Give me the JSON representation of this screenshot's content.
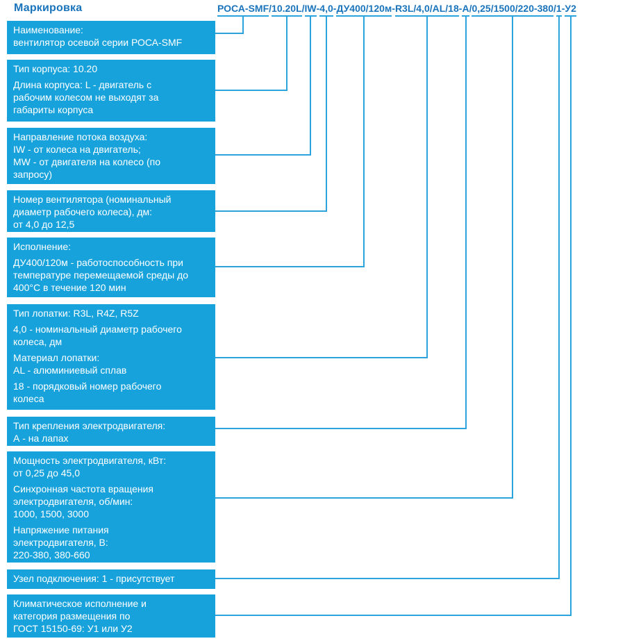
{
  "title": "Маркировка",
  "colors": {
    "box_fill": "#17a2dc",
    "line": "#2ba4de",
    "heading_text": "#1a74bc",
    "box_text": "#ffffff"
  },
  "code": {
    "full": "РОСА-SMF/10.20L/IW-4,0-ДУ400/120м-R3L/4,0/AL/18-А/0,25/1500/220-380/1-У2",
    "segments": [
      {
        "text": "РОСА-SMF",
        "underlined": true
      },
      {
        "text": "/",
        "underlined": false
      },
      {
        "text": "10.20L",
        "underlined": true
      },
      {
        "text": "/",
        "underlined": false
      },
      {
        "text": "IW",
        "underlined": true
      },
      {
        "text": "-",
        "underlined": false
      },
      {
        "text": "4,0",
        "underlined": true
      },
      {
        "text": "-",
        "underlined": false
      },
      {
        "text": "ДУ400/120м",
        "underlined": true
      },
      {
        "text": "-",
        "underlined": false
      },
      {
        "text": "R3L/4,0/AL/18",
        "underlined": true
      },
      {
        "text": "-",
        "underlined": false
      },
      {
        "text": "А",
        "underlined": true
      },
      {
        "text": "/",
        "underlined": false
      },
      {
        "text": "0,25/1500/220-380",
        "underlined": true
      },
      {
        "text": "/",
        "underlined": false
      },
      {
        "text": "1",
        "underlined": true
      },
      {
        "text": "-",
        "underlined": false
      },
      {
        "text": "У2",
        "underlined": true
      }
    ]
  },
  "boxes": [
    {
      "id": "name",
      "paragraphs": [
        "Наименование:\nвентилятор осевой серии РОСА-SMF"
      ]
    },
    {
      "id": "housing",
      "paragraphs": [
        "Тип корпуса: 10.20",
        "Длина корпуса: L - двигатель с\nрабочим колесом не выходят за\nгабариты корпуса"
      ]
    },
    {
      "id": "airflow",
      "paragraphs": [
        "Направление потока воздуха:\nIW - от колеса на двигатель;\nMW - от двигателя на колесо (по\nзапросу)"
      ]
    },
    {
      "id": "size",
      "paragraphs": [
        "Номер вентилятора (номинальный\nдиаметр рабочего колеса), дм:\nот 4,0 до 12,5"
      ]
    },
    {
      "id": "execution",
      "paragraphs": [
        "Исполнение:",
        "ДУ400/120м - работоспособность при\nтемпературе перемещаемой среды до\n400°С в течение 120 мин"
      ]
    },
    {
      "id": "blade",
      "paragraphs": [
        "Тип лопатки: R3L, R4Z, R5Z",
        "4,0 - номинальный диаметр рабочего\nколеса, дм",
        "Материал лопатки:\nAL - алюминиевый сплав",
        "18 - порядковый номер рабочего\nколеса"
      ]
    },
    {
      "id": "mounting",
      "paragraphs": [
        "Тип крепления электродвигателя:\nА - на лапах"
      ]
    },
    {
      "id": "motor",
      "paragraphs": [
        "Мощность электродвигателя, кВт:\nот 0,25 до 45,0",
        "Синхронная частота вращения\nэлектродвигателя, об/мин:\n1000, 1500, 3000",
        "Напряжение питания\nэлектродвигателя, В:\n220-380, 380-660"
      ]
    },
    {
      "id": "connection",
      "paragraphs": [
        "Узел подключения: 1 - присутствует"
      ]
    },
    {
      "id": "climate",
      "paragraphs": [
        "Климатическое исполнение и\nкатегория размещения по\nГОСТ 15150-69: У1 или У2"
      ]
    }
  ]
}
